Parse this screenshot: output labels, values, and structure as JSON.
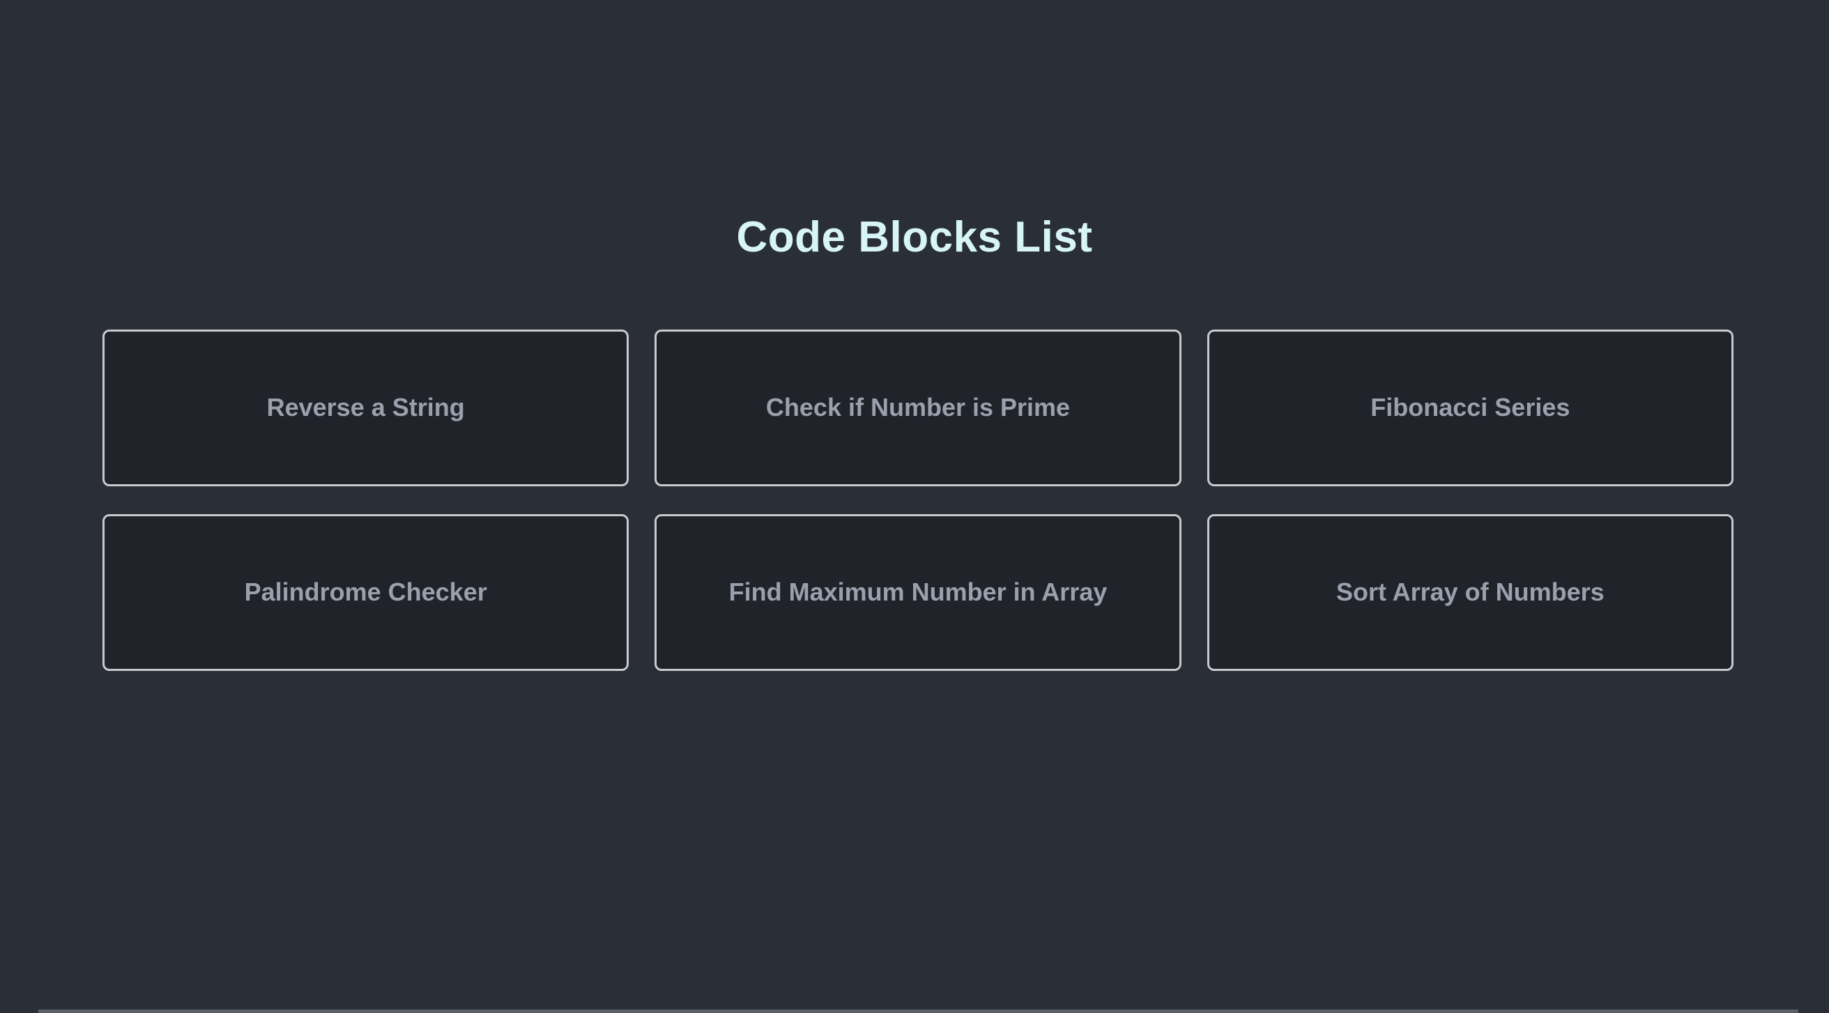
{
  "page": {
    "title": "Code Blocks List",
    "colors": {
      "background": "#2a2e37",
      "card_background": "#20232a",
      "card_border": "#c9cacd",
      "card_text": "#9aa1ad",
      "title_text": "#d7f4f6",
      "scrollbar_thumb": "#5c6066"
    }
  },
  "code_blocks": [
    {
      "label": "Reverse a String"
    },
    {
      "label": "Check if Number is Prime"
    },
    {
      "label": "Fibonacci Series"
    },
    {
      "label": "Palindrome Checker"
    },
    {
      "label": "Find Maximum Number in Array"
    },
    {
      "label": "Sort Array of Numbers"
    }
  ]
}
